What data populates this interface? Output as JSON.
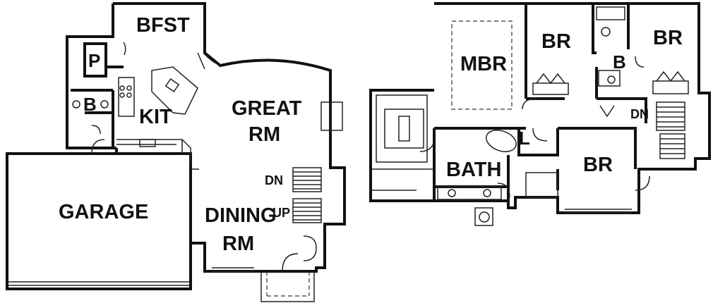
{
  "first_floor": {
    "rooms": {
      "breakfast": "BFST",
      "pantry": "P",
      "bath": "B",
      "kitchen": "KIT",
      "great_room_1": "GREAT",
      "great_room_2": "RM",
      "garage": "GARAGE",
      "dining_room_1": "DINING",
      "dining_room_2": "RM"
    },
    "stairs": {
      "down": "DN",
      "up": "UP"
    }
  },
  "second_floor": {
    "rooms": {
      "master_bedroom": "MBR",
      "bedroom_1": "BR",
      "bedroom_2": "BR",
      "bedroom_3": "BR",
      "bath_small": "B",
      "linen": "L",
      "main_bath": "BATH"
    },
    "stairs": {
      "down": "DN"
    }
  }
}
